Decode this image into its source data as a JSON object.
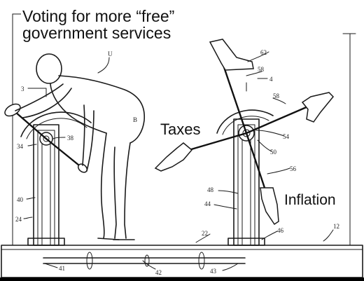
{
  "captions": {
    "main_line1": "Voting for more “free”",
    "main_line2": "government services",
    "taxes": "Taxes",
    "inflation": "Inflation"
  },
  "reference_numerals": {
    "n3": "3",
    "nU": "U",
    "n38": "38",
    "n34": "34",
    "n40": "40",
    "n24": "24",
    "nB": "B",
    "n22": "22",
    "n41": "41",
    "n42": "42",
    "n43": "43",
    "n62": "62",
    "n58a": "58",
    "n4": "4",
    "n58b": "58",
    "n54": "54",
    "n50": "50",
    "n56": "56",
    "n48": "48",
    "n44": "44",
    "n46": "46",
    "n12": "12"
  },
  "colors": {
    "ink": "#1a1a1a",
    "paper": "#ffffff",
    "bar": "#000000"
  }
}
